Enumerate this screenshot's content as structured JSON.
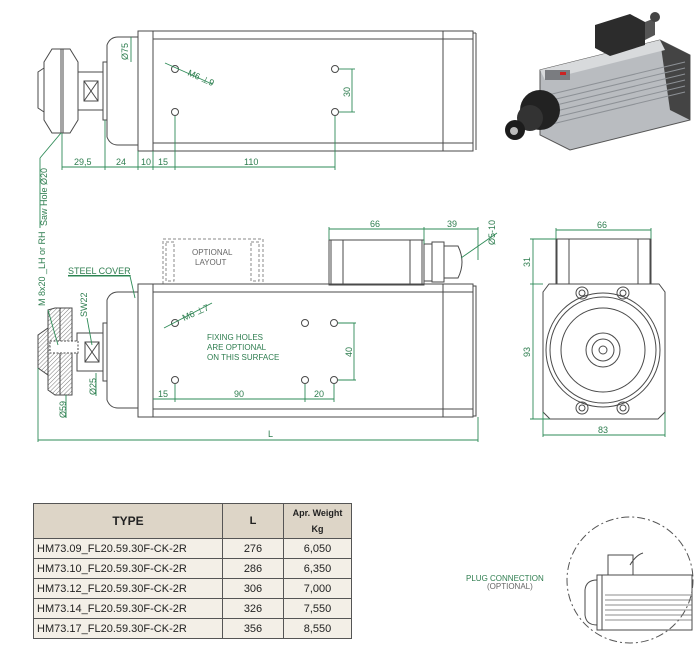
{
  "top_view": {
    "dims": {
      "d75": "Ø75",
      "m6_top": "M6 ⊥9",
      "d30": "30",
      "d29_5": "29,5",
      "d24": "24",
      "d10": "10",
      "d15": "15",
      "d110": "110",
      "saw_hole": "Saw Hole Ø20"
    }
  },
  "side_view": {
    "dims": {
      "d66": "66",
      "d39": "39",
      "d5_10": "Ø5-10",
      "m6_side": "M6 ⊥7",
      "d40": "40",
      "d15": "15",
      "d90": "90",
      "d20": "20",
      "L": "L",
      "thread": "M 8x20 _LH or RH",
      "sw22": "SW22",
      "d25": "Ø25",
      "d59": "Ø59"
    },
    "labels": {
      "steel_cover": "STEEL COVER",
      "optional_1": "OPTIONAL",
      "optional_2": "LAYOUT",
      "fixing_1": "FIXING  HOLES",
      "fixing_2": "ARE  OPTIONAL",
      "fixing_3": "ON THIS SURFACE"
    }
  },
  "front_view": {
    "dims": {
      "d66": "66",
      "d31": "31",
      "d93": "93",
      "d83": "83"
    }
  },
  "plug": {
    "title": "PLUG  CONNECTION",
    "subtitle": "(OPTIONAL)"
  },
  "spec_table": {
    "headers": {
      "type": "TYPE",
      "l": "L",
      "weight_1": "Apr. Weight",
      "weight_2": "Kg"
    },
    "rows": [
      {
        "type": "HM73.09_FL20.59.30F-CK-2R",
        "l": "276",
        "weight": "6,050"
      },
      {
        "type": "HM73.10_FL20.59.30F-CK-2R",
        "l": "286",
        "weight": "6,350"
      },
      {
        "type": "HM73.12_FL20.59.30F-CK-2R",
        "l": "306",
        "weight": "7,000"
      },
      {
        "type": "HM73.14_FL20.59.30F-CK-2R",
        "l": "326",
        "weight": "7,550"
      },
      {
        "type": "HM73.17_FL20.59.30F-CK-2R",
        "l": "356",
        "weight": "8,550"
      }
    ]
  }
}
